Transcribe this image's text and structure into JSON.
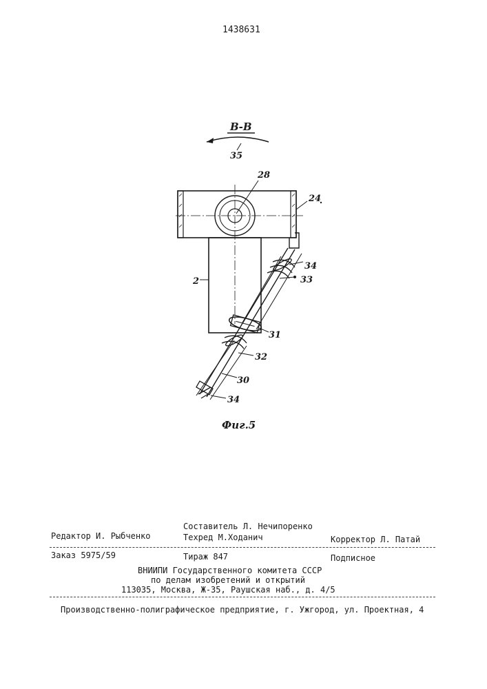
{
  "patent_number": "1438631",
  "figure": {
    "section_label": "В-В",
    "caption": "Фиг.5",
    "labels": {
      "l35": "35",
      "l28": "28",
      "l24": "24",
      "l2": "2",
      "l34_top": "34",
      "l33": "33",
      "l31": "31",
      "l32": "32",
      "l30": "30",
      "l34_bottom": "34"
    }
  },
  "footer": {
    "compiler": "Составитель Л. Нечипоренко",
    "editor": "Редактор И. Рыбченко",
    "techred": "Техред М.Ходанич",
    "corrector": "Корректор Л. Патай",
    "order": "Заказ 5975/59",
    "circulation": "Тираж 847",
    "subscription": "Подписное",
    "org_line1": "ВНИИПИ Государственного комитета СССР",
    "org_line2": "по делам изобретений и открытий",
    "org_line3": "113035, Москва, Ж-35, Раушская наб., д. 4/5",
    "printer": "Производственно-полиграфическое предприятие, г. Ужгород, ул. Проектная, 4"
  }
}
